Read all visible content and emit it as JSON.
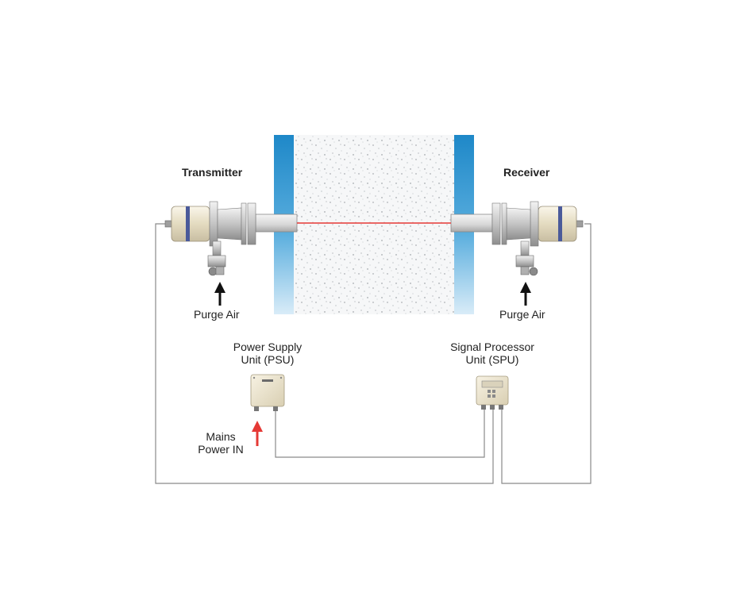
{
  "labels": {
    "transmitter": "Transmitter",
    "receiver": "Receiver",
    "purge_air_left": "Purge Air",
    "purge_air_right": "Purge Air",
    "psu_line1": "Power Supply",
    "psu_line2": "Unit (PSU)",
    "spu_line1": "Signal Processor",
    "spu_line2": "Unit (SPU)",
    "mains_line1": "Mains",
    "mains_line2": "Power IN"
  },
  "colors": {
    "duct_wall": "#1e88c8",
    "beam": "#e53935",
    "mains_arrow": "#e53935",
    "cable": "#8a8a8a",
    "housing": "#e9e1c8",
    "band": "#4a5a9a"
  }
}
